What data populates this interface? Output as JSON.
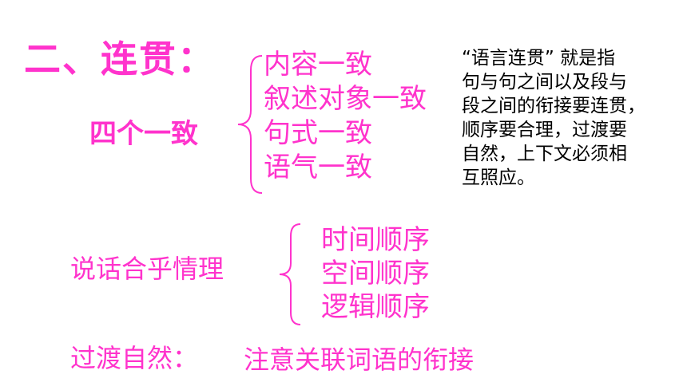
{
  "title": "二、连贯：",
  "four_consistencies": {
    "label": "四个一致",
    "items": [
      "内容一致",
      "叙述对象一致",
      "句式一致",
      "语气一致"
    ]
  },
  "definition": {
    "lines": [
      "“语言连贯” 就是指",
      "句与句之间以及段与",
      "段之间的衔接要连贯，",
      "顺序要合理，过渡要",
      "自然，上下文必须相",
      "互照应。"
    ]
  },
  "reasonable_speech": {
    "label": "说话合乎情理",
    "items": [
      "时间顺序",
      "空间顺序",
      "逻辑顺序"
    ]
  },
  "natural_transition": {
    "label": "过渡自然：",
    "text": "注意关联词语的衔接"
  },
  "colors": {
    "accent": "#ff33cc",
    "text": "#000000",
    "background": "#ffffff"
  }
}
